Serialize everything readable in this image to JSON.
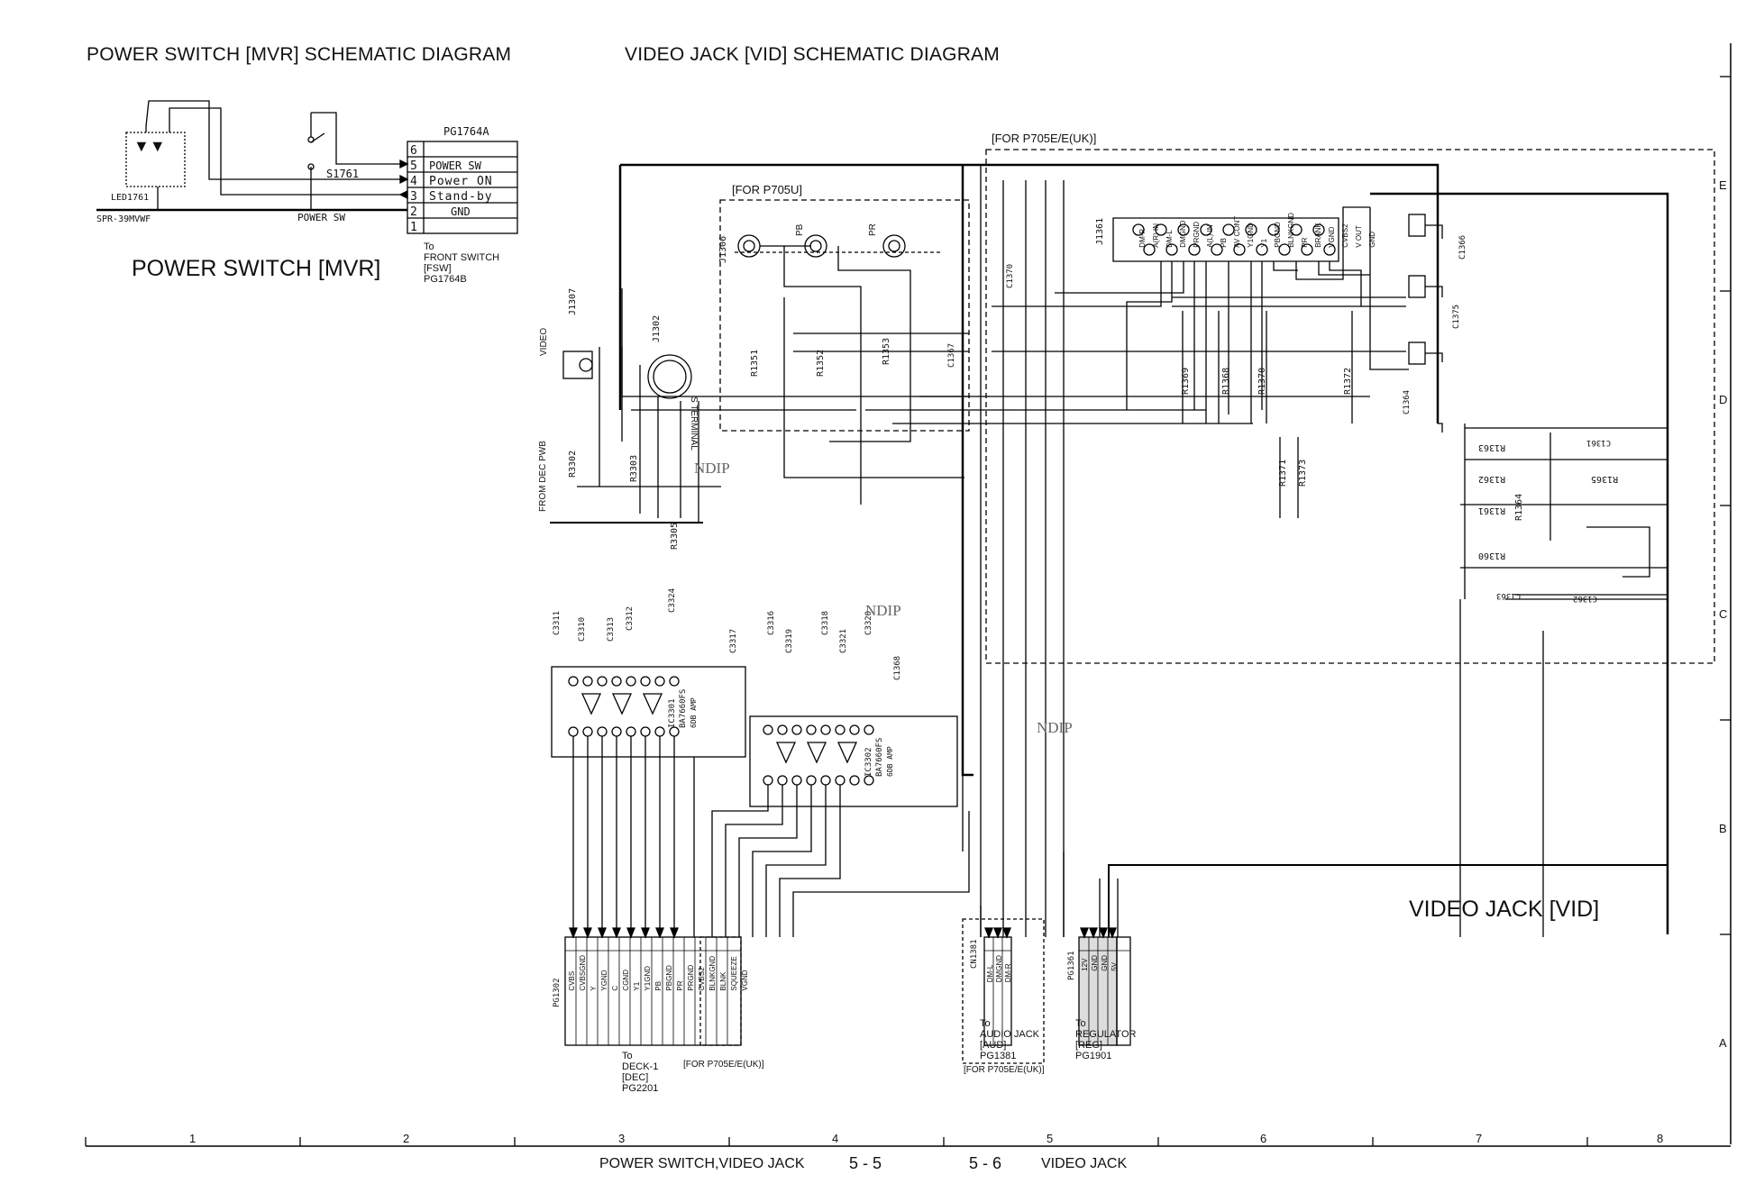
{
  "titles": {
    "left": "POWER SWITCH [MVR] SCHEMATIC DIAGRAM",
    "right": "VIDEO JACK [VID] SCHEMATIC DIAGRAM"
  },
  "power_switch": {
    "board_label": "POWER SWITCH [MVR]",
    "connector": "PG1764A",
    "pins": [
      {
        "num": "6",
        "label": ""
      },
      {
        "num": "5",
        "label": "POWER SW"
      },
      {
        "num": "4",
        "label": "Power ON"
      },
      {
        "num": "3",
        "label": "Stand-by"
      },
      {
        "num": "2",
        "label": "GND"
      },
      {
        "num": "1",
        "label": ""
      }
    ],
    "switch": "S1761",
    "switch_net": "POWER SW",
    "led": "LED1761",
    "led_part": "SPR-39MVWF",
    "dest": [
      "To",
      "FRONT SWITCH",
      "[FSW]",
      "PG1764B"
    ]
  },
  "regions": {
    "p705e": "[FOR P705E/E(UK)]",
    "p705u": "[FOR P705U]"
  },
  "jacks": {
    "j1307": "J1307",
    "j1302": "J1302",
    "j1306": "J1306",
    "j1361": "J1361",
    "video": "VIDEO",
    "s_terminal": "S TERMINAL",
    "pb": "PB",
    "pr": "PR",
    "from_dec": "FROM DEC PWB"
  },
  "scart_pins": [
    "DM-R",
    "A(R) IN",
    "DM-L",
    "DMGND",
    "PRGND",
    "A(L) IN",
    "PB",
    "AV CONT",
    "Y1GND",
    "Y1",
    "PBGND",
    "BLNKGND",
    "PR",
    "BRANK",
    "VGND",
    "CVBS2",
    "V OUT",
    "GND"
  ],
  "resistors": [
    "R1351",
    "R1352",
    "R1353",
    "R1369",
    "R1368",
    "R1370",
    "R1372",
    "R1371",
    "R1373",
    "R3302",
    "R3303",
    "R3305",
    "R1363",
    "R1362",
    "R1361",
    "R1364",
    "R1360",
    "R1365"
  ],
  "capacitors": [
    "C1370",
    "C1367",
    "C1366",
    "C1375",
    "C1364",
    "C3311",
    "C3310",
    "C3313",
    "C3312",
    "C3324",
    "C3317",
    "C3316",
    "C3319",
    "C3318",
    "C3321",
    "C3320",
    "C1368",
    "C1361",
    "C1363",
    "C1362"
  ],
  "ics": {
    "ic3301": "IC3301",
    "ic3301_part": "BA7660FS",
    "ic3302": "IC3302",
    "ic3302_part": "BA7660FS",
    "amp": "6DB AMP"
  },
  "ndip_marks": [
    "NDIP",
    "NDIP",
    "NDIP"
  ],
  "board_title": "VIDEO JACK [VID]",
  "connectors": {
    "pg1302": {
      "name": "PG1302",
      "pins": [
        "CVBS",
        "CVBSGND",
        "Y",
        "YGND",
        "C",
        "CGND",
        "Y1",
        "Y1GND",
        "PB",
        "PBGND",
        "PR",
        "PRGND",
        "CVBS2",
        "BLNKGND",
        "BLNK",
        "SQUEEZE",
        "VGND"
      ],
      "dest": [
        "To",
        "DECK-1",
        "[DEC]",
        "PG2201"
      ],
      "note": "[FOR P705E/E(UK)]"
    },
    "cn1381": {
      "name": "CN1381",
      "pins": [
        "DM-L",
        "DMGND",
        "DM-R"
      ],
      "dest": [
        "To",
        "AUDIO JACK",
        "[AUD]",
        "PG1381"
      ],
      "note": "[FOR P705E/E(UK)]"
    },
    "pg1361": {
      "name": "PG1361",
      "pins": [
        "12V",
        "GND",
        "GND",
        "5V"
      ],
      "dest": [
        "To",
        "REGULATOR",
        "[REG]",
        "PG1901"
      ]
    }
  },
  "grid": {
    "columns": [
      "1",
      "2",
      "3",
      "4",
      "5",
      "6",
      "7",
      "8"
    ],
    "rows": [
      "E",
      "D",
      "C",
      "B",
      "A"
    ]
  },
  "footer": {
    "left_text": "POWER SWITCH,VIDEO JACK",
    "left_page": "5 - 5",
    "right_page": "5 - 6",
    "right_text": "VIDEO JACK"
  }
}
